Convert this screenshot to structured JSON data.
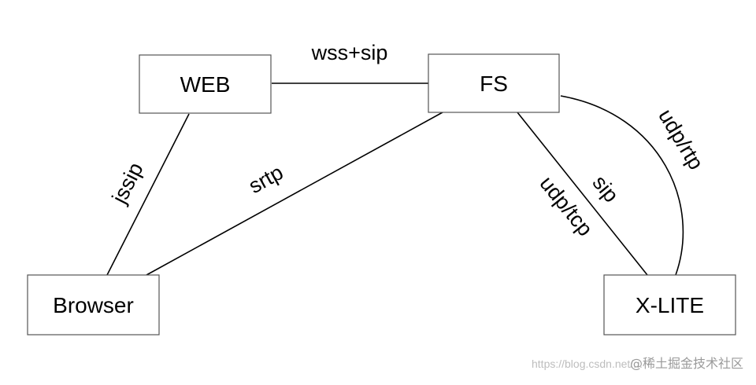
{
  "nodes": {
    "web": "WEB",
    "fs": "FS",
    "browser": "Browser",
    "xlite": "X-LITE"
  },
  "edges": {
    "web_fs": "wss+sip",
    "web_browser": "jssip",
    "browser_fs": "srtp",
    "fs_xlite_sip": "sip",
    "fs_xlite_transport": "udp/tcp",
    "fs_xlite_media": "udp/rtp"
  },
  "watermark": {
    "url": "https://blog.csdn.net/...",
    "brand": "@稀土掘金技术社区"
  },
  "colors": {
    "box_stroke": "#555555",
    "line": "#000000",
    "watermark": "#bdbdbd"
  }
}
